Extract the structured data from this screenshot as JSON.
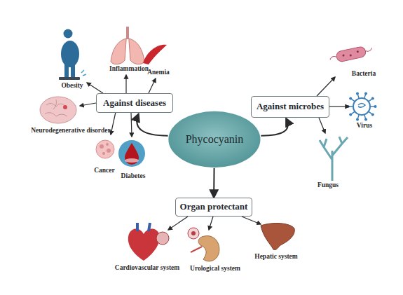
{
  "diagram": {
    "nodes": [
      {
        "text": [
          "Phycocyanin"
        ]
      },
      {
        "text": [
          "Against diseases"
        ]
      },
      {
        "text": [
          "Against microbes"
        ]
      },
      {
        "text": [
          "Organ protectant"
        ]
      }
    ],
    "edges": [
      {
        "from": 0,
        "to": 1,
        "arrow": "to"
      },
      {
        "from": 0,
        "to": 2,
        "arrow": "to"
      },
      {
        "from": 0,
        "to": 3,
        "arrow": "to"
      }
    ],
    "labels": [
      "Obesity",
      "Inflammation",
      "Anemia",
      "Neurodegenerative disorder",
      "Cancer",
      "Diabetes",
      "Bacteria",
      "Virus",
      "Fungus",
      "Cardiovascular system",
      "Urological system",
      "Hepatic system"
    ]
  }
}
